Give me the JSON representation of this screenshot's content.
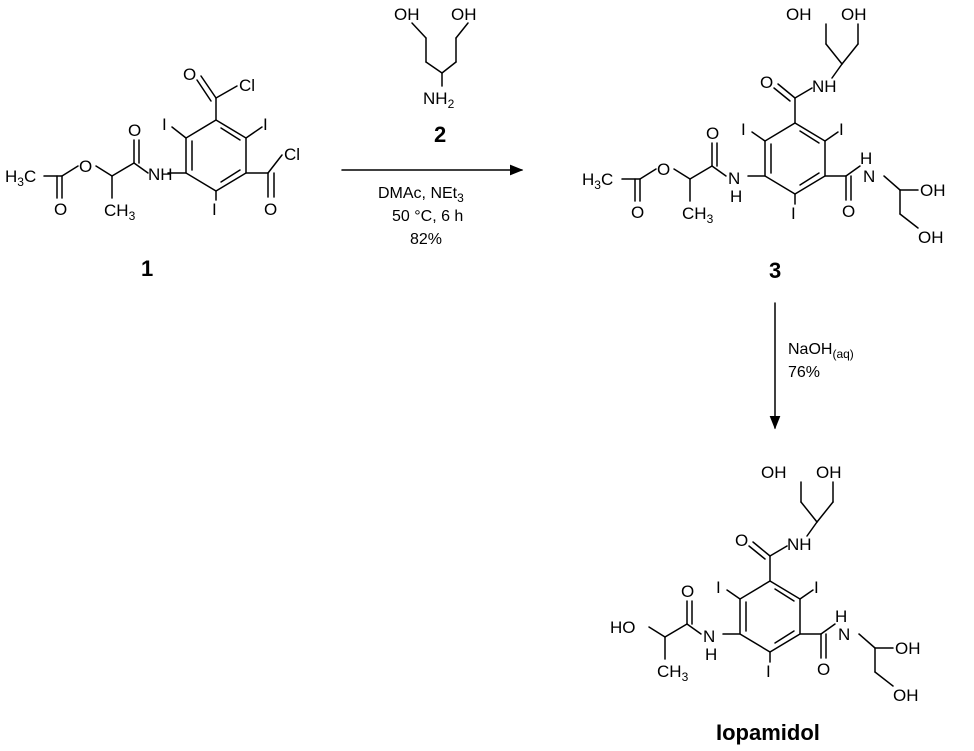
{
  "colors": {
    "ink": "#000000",
    "background": "#ffffff"
  },
  "atoms": {
    "h3c": "H",
    "h3c_sub": "3",
    "h3c_c": "C",
    "ch3": "CH",
    "ch3_sub": "3",
    "o": "O",
    "oh": "OH",
    "ho": "HO",
    "nh": "NH",
    "hn_h": "H",
    "hn_n": "N",
    "i": "I",
    "cl": "Cl",
    "nh2": "NH",
    "nh2_sub": "2"
  },
  "step1": {
    "conditions_line1": "DMAc, NEt",
    "conditions_line1_sub": "3",
    "conditions_line2": "50 °C, 6 h",
    "yield": "82%"
  },
  "step2": {
    "reagent": "NaOH",
    "reagent_sub": "(aq)",
    "yield": "76%"
  },
  "compounds": {
    "c1": "1",
    "c2": "2",
    "c3": "3",
    "product": "Iopamidol"
  }
}
